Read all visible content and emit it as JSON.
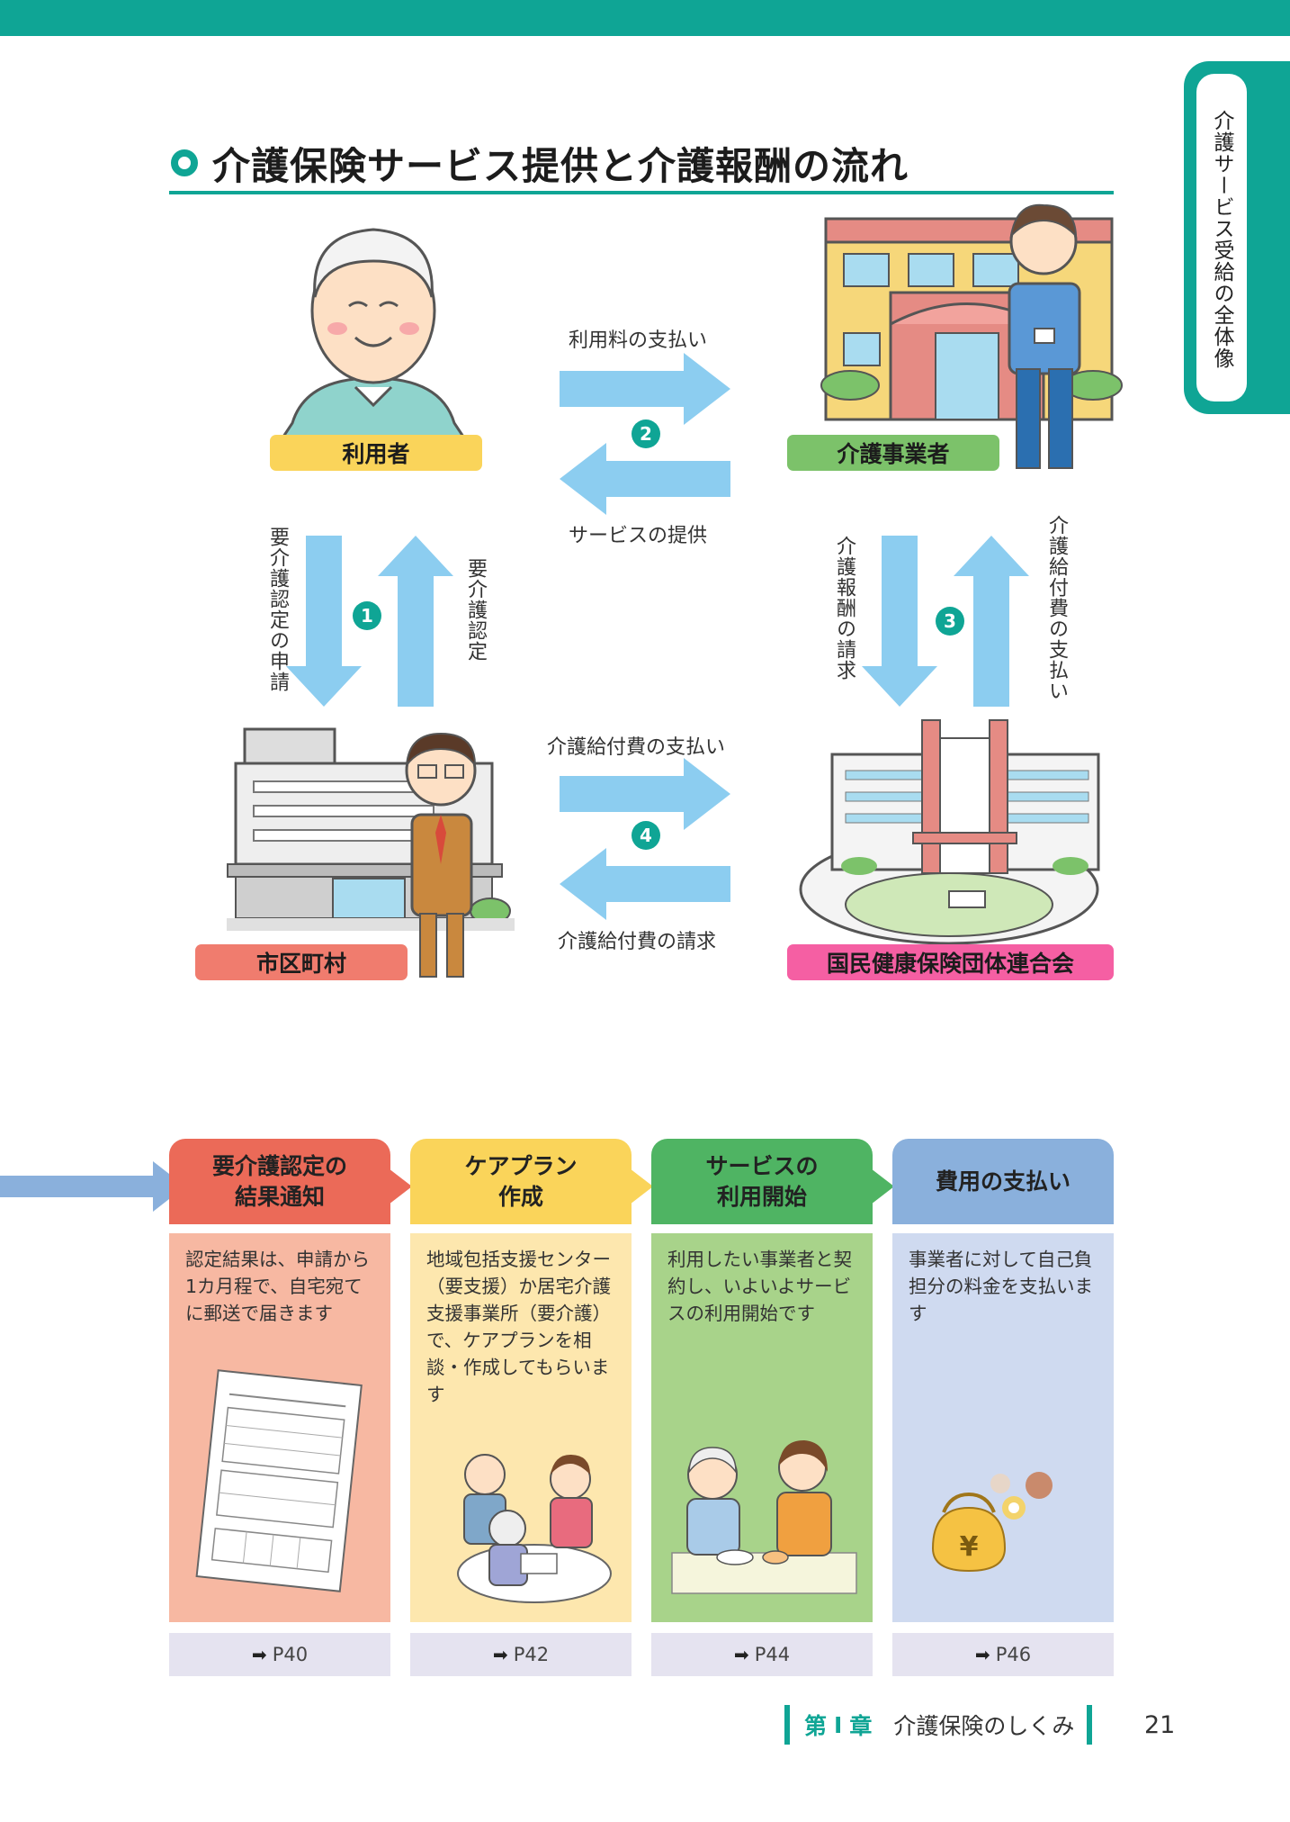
{
  "side_tab": "介護サービス受給の全体像",
  "title": "介護保険サービス提供と介護報酬の流れ",
  "diagram": {
    "user": "利用者",
    "provider": "介護事業者",
    "municipality": "市区町村",
    "federation": "国民健康保険団体連合会",
    "arrow_user_fee": "利用料の支払い",
    "arrow_service": "サービスの提供",
    "arrow_cert_apply": "要介護認定の申請",
    "arrow_cert": "要介護認定",
    "arrow_fee_claim": "介護報酬の請求",
    "arrow_benefit_pay_3": "介護給付費の支払い",
    "arrow_benefit_pay_4": "介護給付費の支払い",
    "arrow_benefit_claim": "介護給付費の請求",
    "n1": "1",
    "n2": "2",
    "n3": "3",
    "n4": "4"
  },
  "steps": [
    {
      "title": "要介護認定の\n結果通知",
      "text": "認定結果は、申請から1カ月程で、自宅宛てに郵送で届きます",
      "page": "P40"
    },
    {
      "title": "ケアプラン\n作成",
      "text": "地域包括支援センター（要支援）か居宅介護支援事業所（要介護）で、ケアプランを相談・作成してもらいます",
      "page": "P42"
    },
    {
      "title": "サービスの\n利用開始",
      "text": "利用したい事業者と契約し、いよいよサービスの利用開始です",
      "page": "P44"
    },
    {
      "title": "費用の支払い",
      "text": "事業者に対して自己負担分の料金を支払います",
      "page": "P46"
    }
  ],
  "footer": {
    "chapter_prefix": "第",
    "chapter_num": "Ⅰ",
    "chapter_suffix": "章",
    "chapter_title": "介護保険のしくみ",
    "page_number": "21"
  },
  "colors": {
    "teal": "#0fa595",
    "arrow": "#8ccdf0"
  },
  "icons": [
    "right-arrow-icon",
    "yen-purse-icon",
    "coin-icon"
  ]
}
